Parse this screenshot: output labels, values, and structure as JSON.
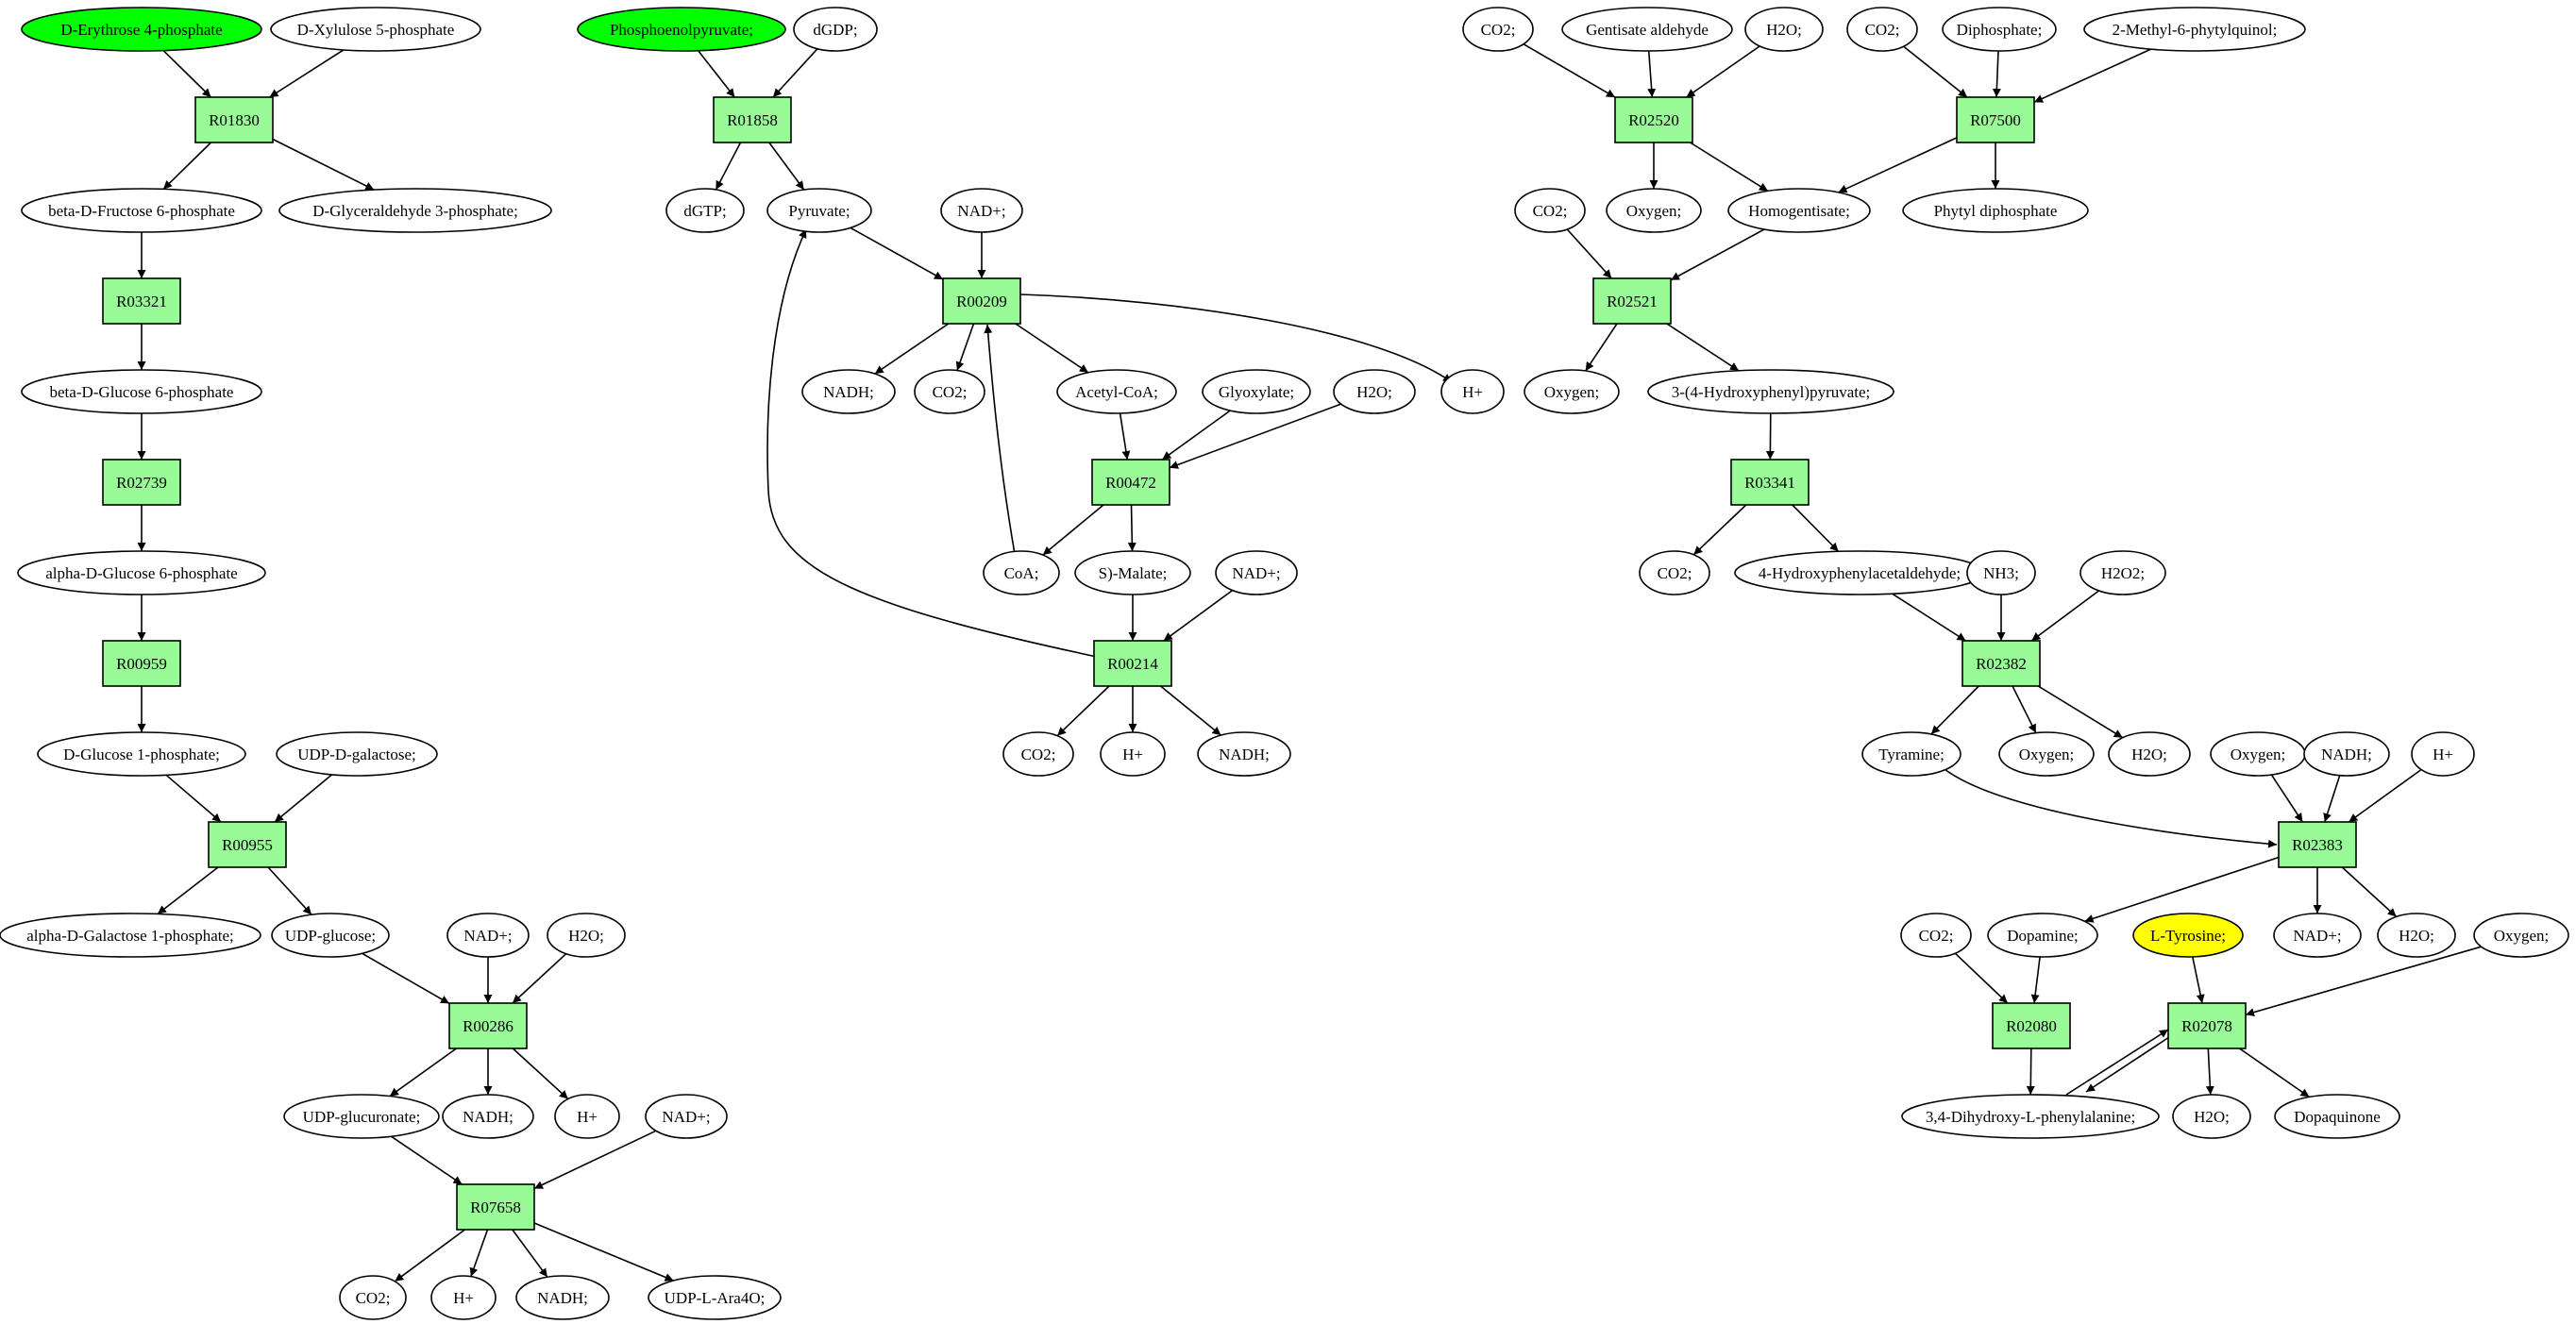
{
  "colors": {
    "reaction_fill": "#98fb98",
    "start_highlight": "#00ff00",
    "target_highlight": "#ffff00",
    "compound_fill": "#ffffff"
  },
  "nodes": [
    {
      "id": "c1",
      "label": "D-Erythrose 4-phosphate",
      "kind": "compound",
      "highlight": "start"
    },
    {
      "id": "c2",
      "label": "D-Xylulose 5-phosphate",
      "kind": "compound"
    },
    {
      "id": "r1",
      "label": "R01830",
      "kind": "reaction"
    },
    {
      "id": "c3",
      "label": "beta-D-Fructose 6-phosphate",
      "kind": "compound"
    },
    {
      "id": "c4",
      "label": "D-Glyceraldehyde 3-phosphate;",
      "kind": "compound"
    },
    {
      "id": "r2",
      "label": "R03321",
      "kind": "reaction"
    },
    {
      "id": "c5",
      "label": "beta-D-Glucose 6-phosphate",
      "kind": "compound"
    },
    {
      "id": "r3",
      "label": "R02739",
      "kind": "reaction"
    },
    {
      "id": "c6",
      "label": "alpha-D-Glucose 6-phosphate",
      "kind": "compound"
    },
    {
      "id": "r4",
      "label": "R00959",
      "kind": "reaction"
    },
    {
      "id": "c7",
      "label": "D-Glucose 1-phosphate;",
      "kind": "compound"
    },
    {
      "id": "c8",
      "label": "UDP-D-galactose;",
      "kind": "compound"
    },
    {
      "id": "r5",
      "label": "R00955",
      "kind": "reaction"
    },
    {
      "id": "c9",
      "label": "alpha-D-Galactose 1-phosphate;",
      "kind": "compound"
    },
    {
      "id": "c10",
      "label": "UDP-glucose;",
      "kind": "compound"
    },
    {
      "id": "c11",
      "label": "NAD+;",
      "kind": "compound"
    },
    {
      "id": "c12",
      "label": "H2O;",
      "kind": "compound"
    },
    {
      "id": "r6",
      "label": "R00286",
      "kind": "reaction"
    },
    {
      "id": "c13",
      "label": "UDP-glucuronate;",
      "kind": "compound"
    },
    {
      "id": "c14",
      "label": "NADH;",
      "kind": "compound"
    },
    {
      "id": "c15",
      "label": "H+",
      "kind": "compound"
    },
    {
      "id": "c16",
      "label": "NAD+;",
      "kind": "compound"
    },
    {
      "id": "r7",
      "label": "R07658",
      "kind": "reaction"
    },
    {
      "id": "c17",
      "label": "CO2;",
      "kind": "compound"
    },
    {
      "id": "c18",
      "label": "H+",
      "kind": "compound"
    },
    {
      "id": "c19",
      "label": "NADH;",
      "kind": "compound"
    },
    {
      "id": "c20",
      "label": "UDP-L-Ara4O;",
      "kind": "compound"
    },
    {
      "id": "m1",
      "label": "Phosphoenolpyruvate;",
      "kind": "compound",
      "highlight": "start"
    },
    {
      "id": "m2",
      "label": "dGDP;",
      "kind": "compound"
    },
    {
      "id": "q1",
      "label": "R01858",
      "kind": "reaction"
    },
    {
      "id": "m3",
      "label": "dGTP;",
      "kind": "compound"
    },
    {
      "id": "m4",
      "label": "Pyruvate;",
      "kind": "compound"
    },
    {
      "id": "m5",
      "label": "NAD+;",
      "kind": "compound"
    },
    {
      "id": "q2",
      "label": "R00209",
      "kind": "reaction"
    },
    {
      "id": "m6",
      "label": "NADH;",
      "kind": "compound"
    },
    {
      "id": "m7",
      "label": "CO2;",
      "kind": "compound"
    },
    {
      "id": "m8",
      "label": "Acetyl-CoA;",
      "kind": "compound"
    },
    {
      "id": "m9",
      "label": "Glyoxylate;",
      "kind": "compound"
    },
    {
      "id": "m10",
      "label": "H2O;",
      "kind": "compound"
    },
    {
      "id": "m11",
      "label": "H+",
      "kind": "compound"
    },
    {
      "id": "q3",
      "label": "R00472",
      "kind": "reaction"
    },
    {
      "id": "m12",
      "label": "CoA;",
      "kind": "compound"
    },
    {
      "id": "m13",
      "label": "S)-Malate;",
      "kind": "compound"
    },
    {
      "id": "m14",
      "label": "NAD+;",
      "kind": "compound"
    },
    {
      "id": "q4",
      "label": "R00214",
      "kind": "reaction"
    },
    {
      "id": "m15",
      "label": "CO2;",
      "kind": "compound"
    },
    {
      "id": "m16",
      "label": "H+",
      "kind": "compound"
    },
    {
      "id": "m17",
      "label": "NADH;",
      "kind": "compound"
    },
    {
      "id": "t1",
      "label": "CO2;",
      "kind": "compound"
    },
    {
      "id": "t2",
      "label": "Gentisate aldehyde",
      "kind": "compound"
    },
    {
      "id": "t3",
      "label": "H2O;",
      "kind": "compound"
    },
    {
      "id": "t4",
      "label": "CO2;",
      "kind": "compound"
    },
    {
      "id": "t5",
      "label": "Diphosphate;",
      "kind": "compound"
    },
    {
      "id": "t6",
      "label": "2-Methyl-6-phytylquinol;",
      "kind": "compound"
    },
    {
      "id": "s1",
      "label": "R02520",
      "kind": "reaction"
    },
    {
      "id": "s2",
      "label": "R07500",
      "kind": "reaction"
    },
    {
      "id": "t7",
      "label": "CO2;",
      "kind": "compound"
    },
    {
      "id": "t8",
      "label": "Oxygen;",
      "kind": "compound"
    },
    {
      "id": "t9",
      "label": "Homogentisate;",
      "kind": "compound"
    },
    {
      "id": "t10",
      "label": "Phytyl diphosphate",
      "kind": "compound"
    },
    {
      "id": "s3",
      "label": "R02521",
      "kind": "reaction"
    },
    {
      "id": "t11",
      "label": "Oxygen;",
      "kind": "compound"
    },
    {
      "id": "t12",
      "label": "3-(4-Hydroxyphenyl)pyruvate;",
      "kind": "compound"
    },
    {
      "id": "s4",
      "label": "R03341",
      "kind": "reaction"
    },
    {
      "id": "t13",
      "label": "CO2;",
      "kind": "compound"
    },
    {
      "id": "t14",
      "label": "4-Hydroxyphenylacetaldehyde;",
      "kind": "compound"
    },
    {
      "id": "t15",
      "label": "NH3;",
      "kind": "compound"
    },
    {
      "id": "t16",
      "label": "H2O2;",
      "kind": "compound"
    },
    {
      "id": "s5",
      "label": "R02382",
      "kind": "reaction"
    },
    {
      "id": "t17",
      "label": "Tyramine;",
      "kind": "compound"
    },
    {
      "id": "t18",
      "label": "Oxygen;",
      "kind": "compound"
    },
    {
      "id": "t19",
      "label": "H2O;",
      "kind": "compound"
    },
    {
      "id": "t20",
      "label": "Oxygen;",
      "kind": "compound"
    },
    {
      "id": "t21",
      "label": "NADH;",
      "kind": "compound"
    },
    {
      "id": "t22",
      "label": "H+",
      "kind": "compound"
    },
    {
      "id": "s6",
      "label": "R02383",
      "kind": "reaction"
    },
    {
      "id": "t23",
      "label": "CO2;",
      "kind": "compound"
    },
    {
      "id": "t24",
      "label": "Dopamine;",
      "kind": "compound"
    },
    {
      "id": "t25",
      "label": "L-Tyrosine;",
      "kind": "compound",
      "highlight": "target"
    },
    {
      "id": "t26",
      "label": "NAD+;",
      "kind": "compound"
    },
    {
      "id": "t27",
      "label": "H2O;",
      "kind": "compound"
    },
    {
      "id": "t28",
      "label": "Oxygen;",
      "kind": "compound"
    },
    {
      "id": "s7",
      "label": "R02080",
      "kind": "reaction"
    },
    {
      "id": "s8",
      "label": "R02078",
      "kind": "reaction"
    },
    {
      "id": "t29",
      "label": "3,4-Dihydroxy-L-phenylalanine;",
      "kind": "compound"
    },
    {
      "id": "t30",
      "label": "H2O;",
      "kind": "compound"
    },
    {
      "id": "t31",
      "label": "Dopaquinone",
      "kind": "compound"
    }
  ],
  "edges": [
    [
      "c1",
      "r1"
    ],
    [
      "c2",
      "r1"
    ],
    [
      "r1",
      "c3"
    ],
    [
      "r1",
      "c4"
    ],
    [
      "c3",
      "r2"
    ],
    [
      "r2",
      "c5"
    ],
    [
      "c5",
      "r3"
    ],
    [
      "r3",
      "c6"
    ],
    [
      "c6",
      "r4"
    ],
    [
      "r4",
      "c7"
    ],
    [
      "c7",
      "r5"
    ],
    [
      "c8",
      "r5"
    ],
    [
      "r5",
      "c9"
    ],
    [
      "r5",
      "c10"
    ],
    [
      "c10",
      "r6"
    ],
    [
      "c11",
      "r6"
    ],
    [
      "c12",
      "r6"
    ],
    [
      "r6",
      "c13"
    ],
    [
      "r6",
      "c14"
    ],
    [
      "r6",
      "c15"
    ],
    [
      "c13",
      "r7"
    ],
    [
      "c16",
      "r7"
    ],
    [
      "r7",
      "c17"
    ],
    [
      "r7",
      "c18"
    ],
    [
      "r7",
      "c19"
    ],
    [
      "r7",
      "c20"
    ],
    [
      "m1",
      "q1"
    ],
    [
      "m2",
      "q1"
    ],
    [
      "q1",
      "m3"
    ],
    [
      "q1",
      "m4"
    ],
    [
      "m4",
      "q2"
    ],
    [
      "m5",
      "q2"
    ],
    [
      "m12",
      "q2"
    ],
    [
      "q2",
      "m6"
    ],
    [
      "q2",
      "m7"
    ],
    [
      "q2",
      "m8"
    ],
    [
      "q2",
      "m11"
    ],
    [
      "m8",
      "q3"
    ],
    [
      "m9",
      "q3"
    ],
    [
      "m10",
      "q3"
    ],
    [
      "q3",
      "m12"
    ],
    [
      "q3",
      "m13"
    ],
    [
      "m13",
      "q4"
    ],
    [
      "m14",
      "q4"
    ],
    [
      "q4",
      "m15"
    ],
    [
      "q4",
      "m16"
    ],
    [
      "q4",
      "m17"
    ],
    [
      "q4",
      "m4"
    ],
    [
      "t1",
      "s1"
    ],
    [
      "t2",
      "s1"
    ],
    [
      "t3",
      "s1"
    ],
    [
      "t4",
      "s2"
    ],
    [
      "t5",
      "s2"
    ],
    [
      "t6",
      "s2"
    ],
    [
      "s1",
      "t8"
    ],
    [
      "s1",
      "t9"
    ],
    [
      "s2",
      "t9"
    ],
    [
      "s2",
      "t10"
    ],
    [
      "t7",
      "s3"
    ],
    [
      "t9",
      "s3"
    ],
    [
      "s3",
      "t11"
    ],
    [
      "s3",
      "t12"
    ],
    [
      "t12",
      "s4"
    ],
    [
      "s4",
      "t13"
    ],
    [
      "s4",
      "t14"
    ],
    [
      "t14",
      "s5"
    ],
    [
      "t15",
      "s5"
    ],
    [
      "t16",
      "s5"
    ],
    [
      "s5",
      "t17"
    ],
    [
      "s5",
      "t18"
    ],
    [
      "s5",
      "t19"
    ],
    [
      "t17",
      "s6"
    ],
    [
      "t20",
      "s6"
    ],
    [
      "t21",
      "s6"
    ],
    [
      "t22",
      "s6"
    ],
    [
      "s6",
      "t24"
    ],
    [
      "s6",
      "t26"
    ],
    [
      "s6",
      "t27"
    ],
    [
      "t23",
      "s7"
    ],
    [
      "t24",
      "s7"
    ],
    [
      "s7",
      "t29"
    ],
    [
      "t25",
      "s8"
    ],
    [
      "t28",
      "s8"
    ],
    [
      "t29",
      "s8"
    ],
    [
      "s8",
      "t29"
    ],
    [
      "s8",
      "t30"
    ],
    [
      "s8",
      "t31"
    ]
  ]
}
